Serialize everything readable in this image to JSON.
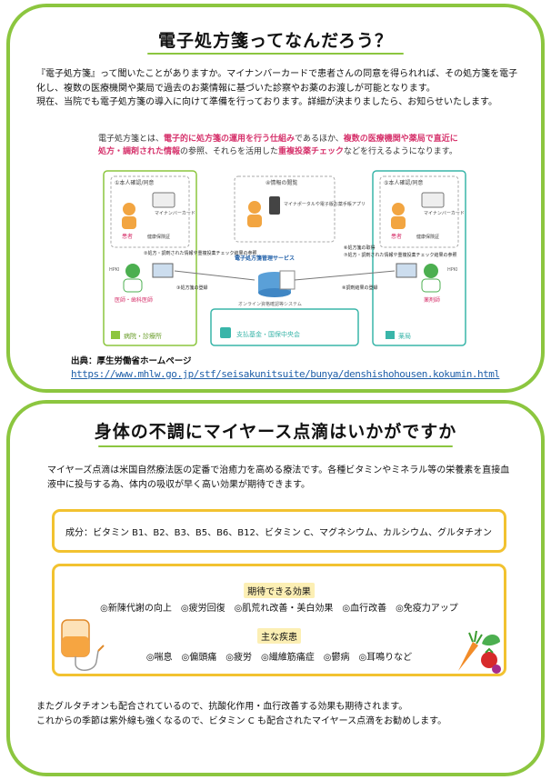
{
  "section1": {
    "title": "電子処方箋ってなんだろう？",
    "intro": "『電子処方箋』って聞いたことがありますか。マイナンバーカードで患者さんの同意を得られれば、その処方箋を電子化し、複数の医療機関や薬局で過去のお薬情報に基づいた診察やお薬のお渡しが可能となります。\n現在、当院でも電子処方箋の導入に向けて準備を行っております。詳細が決まりましたら、お知らせいたします。",
    "definition": {
      "p1": "電子処方箋とは、",
      "h1": "電子的に処方箋の運用を行う仕組み",
      "p2": "であるほか、",
      "h2": "複数の医療機関や薬局で直近に処方・調剤された情報",
      "p3": "の参照、それらを活用した",
      "h3": "重複投薬チェック",
      "p4": "などを行えるようになります。"
    },
    "diagram": {
      "left_group": "病院・診療所",
      "right_group": "薬局",
      "bottom_group": "支払基金・国保中央会",
      "left_consent": "①本人確認/同意",
      "right_consent": "⑤本人確認/同意",
      "top_info": "④情報の閲覧",
      "card_label": "マイナンバーカード",
      "health_left": "健康保険証",
      "health_right": "健康保険証",
      "patient": "患者",
      "portal": "マイナポータルや電子版お薬手帳アプリ",
      "doctor": "医師・歯科医師",
      "pharmacist": "薬剤師",
      "hpki": "HPKI",
      "hpki_right": "HPKI",
      "server": "電子処方箋管理サービス",
      "online": "オンライン資格確認等システム",
      "left_ref": "②処方・調剤された情報や重複投薬チェック結果の参照",
      "left_reg": "③処方箋の登録",
      "right_get": "⑥処方箋の取得",
      "right_ref": "⑦処方・調剤された情報や重複投薬チェック結果の参照",
      "right_reg": "⑧調剤結果の登録"
    },
    "source_label": "出典：厚生労働省ホームページ",
    "source_url": "https://www.mhlw.go.jp/stf/seisakunitsuite/bunya/denshishohousen.kokumin.html"
  },
  "section2": {
    "title": "身体の不調にマイヤース点滴はいかがですか",
    "body": "マイヤーズ点滴は米国自然療法医の定番で治癒力を高める療法です。各種ビタミンやミネラル等の栄養素を直接血液中に投与する為、体内の吸収が早く高い効果が期待できます。",
    "ingredients": "成分：ビタミン B1、B2、B3、B5、B6、B12、ビタミン C、マグネシウム、カルシウム、グルタチオン",
    "effects_heading": "期待できる効果",
    "effects": "◎新陳代謝の向上　◎疲労回復　◎肌荒れ改善・美白効果　◎血行改善　◎免疫力アップ",
    "diseases_heading": "主な疾患",
    "diseases": "◎喘息　◎偏頭痛　◎疲労　◎繊維筋痛症　◎鬱病　◎耳鳴りなど",
    "closing": "またグルタチオンも配合されているので、抗酸化作用・血行改善する効果も期待されます。\nこれからの季節は紫外線も強くなるので、ビタミン C も配合されたマイヤース点滴をお勧めします。"
  },
  "colors": {
    "accent_green": "#8cc63f",
    "box_yellow": "#f2c230",
    "highlight_pink": "#d6336c",
    "link_blue": "#1f5fa8",
    "diagram_teal": "#39b5a9"
  },
  "icons": [
    "iv-bag-icon",
    "vegetables-icon",
    "server-icon",
    "pc-icon",
    "smartphone-icon",
    "doctor-icon",
    "pharmacist-icon",
    "patient-icon",
    "hospital-icon",
    "pharmacy-icon"
  ]
}
